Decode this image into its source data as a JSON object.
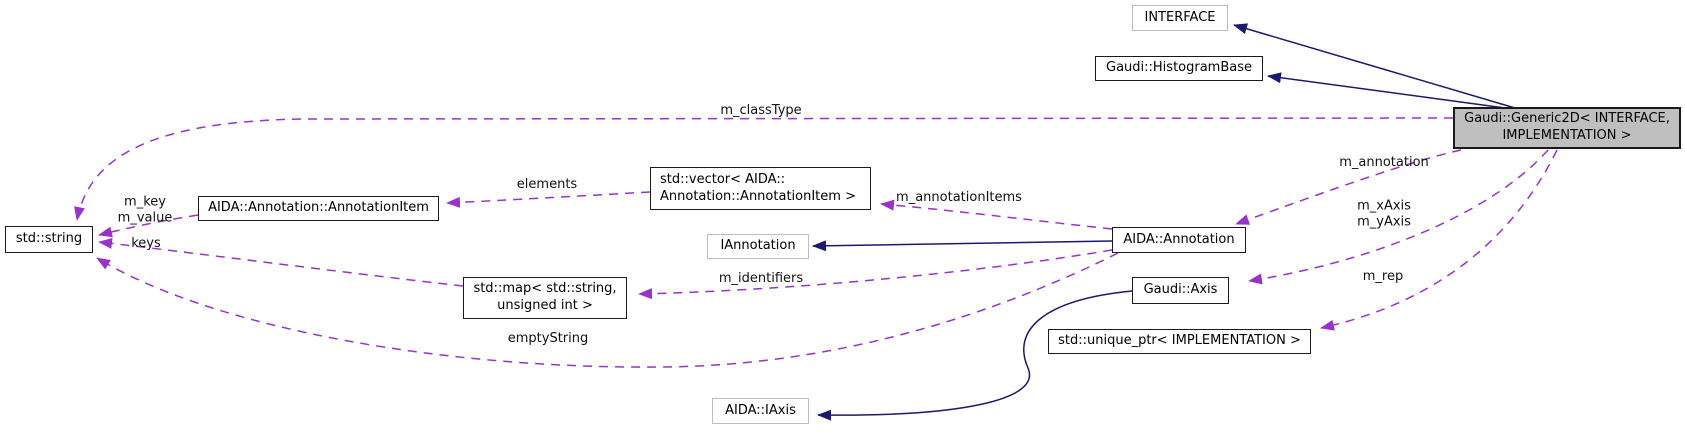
{
  "colors": {
    "inheritance_edge": "#191970",
    "usage_edge": "#9932cc",
    "focus_node_fill": "#bfbfbf",
    "node_fill": "#ffffff",
    "node_border": "#1a1a1a",
    "external_node_border": "#bdbdbd"
  },
  "nodes": {
    "interface": {
      "label": "INTERFACE"
    },
    "histogram_base": {
      "label": "Gaudi::HistogramBase"
    },
    "generic2d": {
      "label": "Gaudi::Generic2D< INTERFACE,\nIMPLEMENTATION >"
    },
    "std_string": {
      "label": "std::string"
    },
    "annotation_item": {
      "label": "AIDA::Annotation::AnnotationItem"
    },
    "std_vector": {
      "label": "std::vector< AIDA::\nAnnotation::AnnotationItem >"
    },
    "iannotation": {
      "label": "IAnnotation"
    },
    "annotation": {
      "label": "AIDA::Annotation"
    },
    "std_map": {
      "label": "std::map< std::string,\nunsigned int >"
    },
    "axis": {
      "label": "Gaudi::Axis"
    },
    "unique_ptr": {
      "label": "std::unique_ptr< IMPLEMENTATION >"
    },
    "iaxis": {
      "label": "AIDA::IAxis"
    }
  },
  "edge_labels": {
    "m_classType": {
      "label": "m_classType"
    },
    "elements": {
      "label": "elements"
    },
    "m_annotationItems": {
      "label": "m_annotationItems"
    },
    "m_key_m_value": {
      "label": "m_key\nm_value"
    },
    "keys": {
      "label": "keys"
    },
    "m_identifiers": {
      "label": "m_identifiers"
    },
    "emptyString": {
      "label": "emptyString"
    },
    "m_annotation": {
      "label": "m_annotation"
    },
    "m_xAxis_m_yAxis": {
      "label": "m_xAxis\nm_yAxis"
    },
    "m_rep": {
      "label": "m_rep"
    }
  }
}
